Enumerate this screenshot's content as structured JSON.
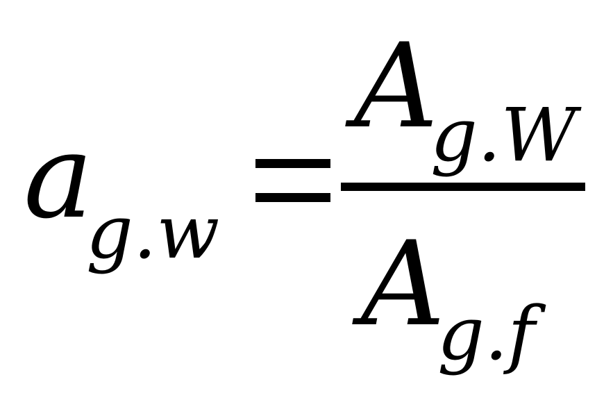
{
  "equation": {
    "lhs": {
      "symbol": "a",
      "subscript": "g.w"
    },
    "equals": "=",
    "numerator": {
      "symbol": "A",
      "subscript": "g.W"
    },
    "denominator": {
      "symbol": "A",
      "subscript": "g.f"
    }
  }
}
